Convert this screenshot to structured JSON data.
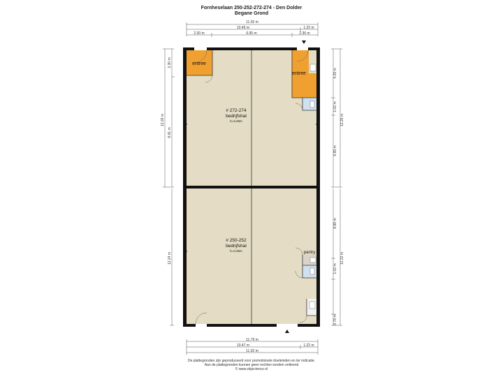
{
  "header": {
    "address": "Fornheselaan 250-252-272-274 - Den Dolder",
    "floor": "Begane Grond"
  },
  "rooms": {
    "upper_hall": {
      "number": "# 272-274",
      "name": "bedrijfshal",
      "height": "h=3.26m"
    },
    "lower_hall": {
      "number": "# 250-252",
      "name": "bedrijfshal",
      "height": "h=3.26m"
    },
    "entree_left": "entree",
    "entree_right": "entree",
    "pantry": "pantry"
  },
  "dimensions": {
    "top_total": "11.92 m",
    "top_mid": "10.45 m",
    "top_mid_r": "1.22 m",
    "top_a": "2.30 m",
    "top_b": "6.95 m",
    "top_c": "2.36 m",
    "bottom_a": "11.79 m",
    "bottom_b": "10.47 m",
    "bottom_b_r": "1.22 m",
    "bottom_total": "11.92 m",
    "left_outer_upper": "12.26 m",
    "left_inner_upper": "8.91 m",
    "left_inner_top": "2.30 m",
    "left_lower": "12.24 m",
    "right_a": "4.29 m",
    "right_b": "1.02 m",
    "right_c": "6.89 m",
    "right_upper_total": "12.26 m",
    "right_d": "8.88 m",
    "right_e": "1.02 m",
    "right_f": "0.78 m",
    "right_lower_total": "12.22 m"
  },
  "footer": {
    "line1": "De plattegronden zijn geproduceerd voor promotionele doeleinden en ter indicatie.",
    "line2": "Aan de plattegronden kunnen geen rechten worden ontleend",
    "line3": "© www.objectenco.nl"
  },
  "colors": {
    "floor": "#e4dcc4",
    "wall": "#111111",
    "entree": "#f0a030",
    "dimension": "#555555"
  }
}
